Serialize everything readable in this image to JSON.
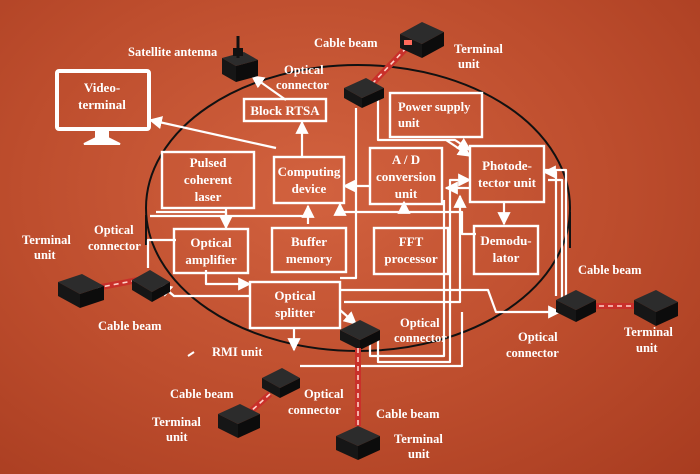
{
  "labels": {
    "video_terminal": [
      "Video-",
      "terminal"
    ],
    "block_rtsa": "Block RTSA",
    "power_supply": [
      "Power supply",
      "unit"
    ],
    "pulsed_laser": [
      "Pulsed",
      "coherent",
      "laser"
    ],
    "computing_device": [
      "Computing",
      "device"
    ],
    "ad_conversion": [
      "A / D",
      "conversion",
      "unit"
    ],
    "photodetector": [
      "Photode-",
      "tector unit"
    ],
    "optical_amplifier": [
      "Optical",
      "amplifier"
    ],
    "buffer_memory": [
      "Buffer",
      "memory"
    ],
    "fft_processor": [
      "FFT",
      "processor"
    ],
    "demodulator": [
      "Demodu-",
      "lator"
    ],
    "optical_splitter": [
      "Optical",
      "splitter"
    ],
    "satellite_antenna": "Satellite antenna",
    "rmi_unit": "RMI unit",
    "cable_beam": "Cable beam",
    "optical_connector": [
      "Optical",
      "connector"
    ],
    "terminal_unit": [
      "Terminal",
      "unit"
    ]
  }
}
